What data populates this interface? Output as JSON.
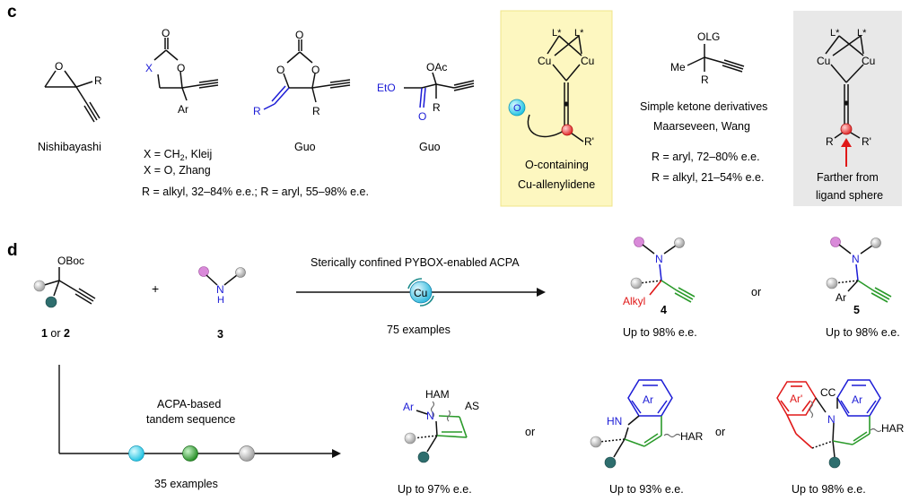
{
  "panel_c": {
    "label": "c",
    "structures": [
      {
        "caption": "Nishibayashi",
        "atoms": [
          "O",
          "R"
        ]
      },
      {
        "caption_line1": "X = CH",
        "caption_line1_sub": "2",
        "caption_line1_rest": ", Kleij",
        "caption_line2": "X = O, Zhang",
        "atoms": [
          "O",
          "X",
          "O",
          "Ar"
        ]
      },
      {
        "caption": "Guo",
        "atoms": [
          "O",
          "O",
          "O",
          "R",
          "R"
        ]
      },
      {
        "caption": "Guo",
        "atoms": [
          "OAc",
          "EtO",
          "O",
          "R"
        ]
      }
    ],
    "ee_summary": "R = alkyl, 32–84% e.e.; R = aryl, 55–98% e.e.",
    "highlight_box": {
      "line1": "O-containing",
      "line2": "Cu-allenylidene",
      "atoms": [
        "L*",
        "L*",
        "Cu",
        "Cu",
        "O",
        "R'"
      ],
      "bg": "#fdf7c0",
      "border": "#f0e488"
    },
    "ketone": {
      "atoms": [
        "OLG",
        "Me",
        "R"
      ],
      "line1": "Simple ketone derivatives",
      "line2": "Maarseveen, Wang",
      "ee_aryl": "R = aryl,  72–80% e.e.",
      "ee_alkyl": "R = alkyl, 21–54% e.e."
    },
    "gray_box": {
      "atoms": [
        "L*",
        "L*",
        "Cu",
        "Cu",
        "R",
        "R'"
      ],
      "line1": "Farther from",
      "line2": "ligand sphere",
      "bg": "#e8e8e8"
    }
  },
  "panel_d": {
    "label": "d",
    "sm1": {
      "atom": "OBoc",
      "label": "1",
      "or": " or ",
      "label2": "2"
    },
    "plus": "+",
    "sm3": {
      "atom_n": "N",
      "atom_h": "H",
      "label": "3"
    },
    "arrow_top": "Sterically confined PYBOX-enabled ACPA",
    "catalyst": "Cu",
    "examples_top": "75 examples",
    "product4": {
      "atoms": [
        "N",
        "Alkyl"
      ],
      "label": "4",
      "ee": "Up to 98% e.e."
    },
    "or1": "or",
    "product5": {
      "atoms": [
        "N",
        "Ar"
      ],
      "label": "5",
      "ee": "Up to 98% e.e."
    },
    "tandem": {
      "line1": "ACPA-based",
      "line2": "tandem sequence",
      "examples": "35 examples"
    },
    "prodA": {
      "atoms": [
        "Ar",
        "HAM",
        "N",
        "AS"
      ],
      "ee": "Up to 97% e.e."
    },
    "or2": "or",
    "prodB": {
      "atoms": [
        "Ar",
        "HN",
        "HAR"
      ],
      "ee": "Up to 93% e.e."
    },
    "or3": "or",
    "prodC": {
      "atoms": [
        "Ar'",
        "CC",
        "Ar",
        "N",
        "HAR"
      ],
      "ee": "Up to 98% e.e."
    }
  },
  "colors": {
    "blue": "#1c1cd6",
    "red": "#e01818",
    "green": "#2a9a2a",
    "cyan": "#29c6e6",
    "pink": "#d98ad9",
    "teal": "#2e6e6e",
    "grey": "#b8b8b8"
  }
}
